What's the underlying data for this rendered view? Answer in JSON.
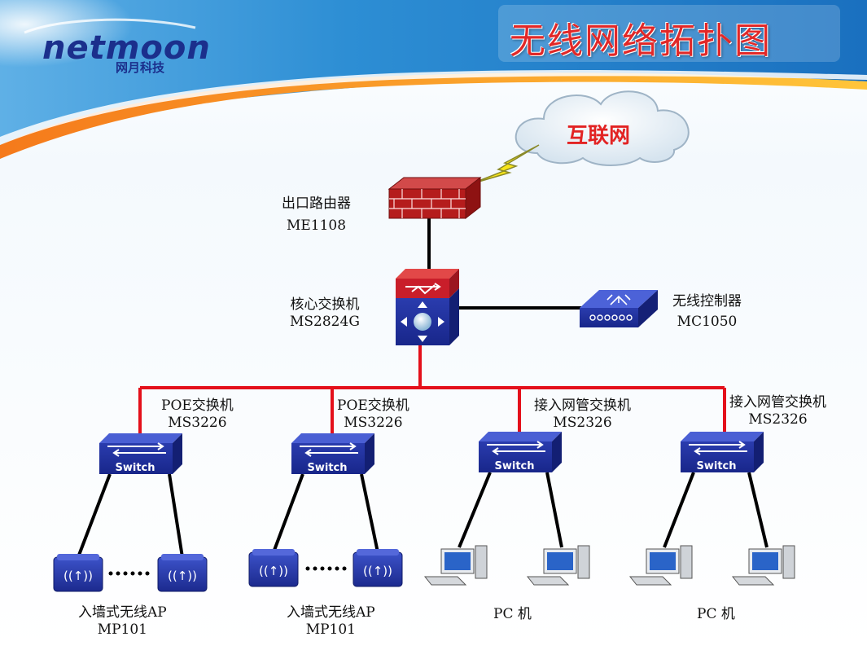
{
  "header": {
    "title": "无线网络拓扑图",
    "logo_text": "netmoon",
    "logo_sub": "网月科技"
  },
  "internet": {
    "label": "互联网"
  },
  "router": {
    "name": "出口路由器",
    "model": "ME1108"
  },
  "core_switch": {
    "name": "核心交换机",
    "model": "MS2824G"
  },
  "wireless_controller": {
    "name": "无线控制器",
    "model": "MC1050"
  },
  "access_switches": [
    {
      "name": "POE交换机",
      "model": "MS3226"
    },
    {
      "name": "POE交换机",
      "model": "MS3226"
    },
    {
      "name": "接入网管交换机",
      "model": "MS2326"
    },
    {
      "name": "接入网管交换机",
      "model": "MS2326"
    }
  ],
  "switch_icon_text": "Switch",
  "endpoints": [
    {
      "name": "入墙式无线AP",
      "model": "MP101"
    },
    {
      "name": "入墙式无线AP",
      "model": "MP101"
    },
    {
      "name": "PC 机",
      "model": ""
    },
    {
      "name": "PC 机",
      "model": ""
    }
  ],
  "colors": {
    "red_link": "#e4101b",
    "black_link": "#000000",
    "device_blue": "#1f2f9c",
    "firewall_red": "#b51c1c",
    "title_red": "#e12828"
  }
}
